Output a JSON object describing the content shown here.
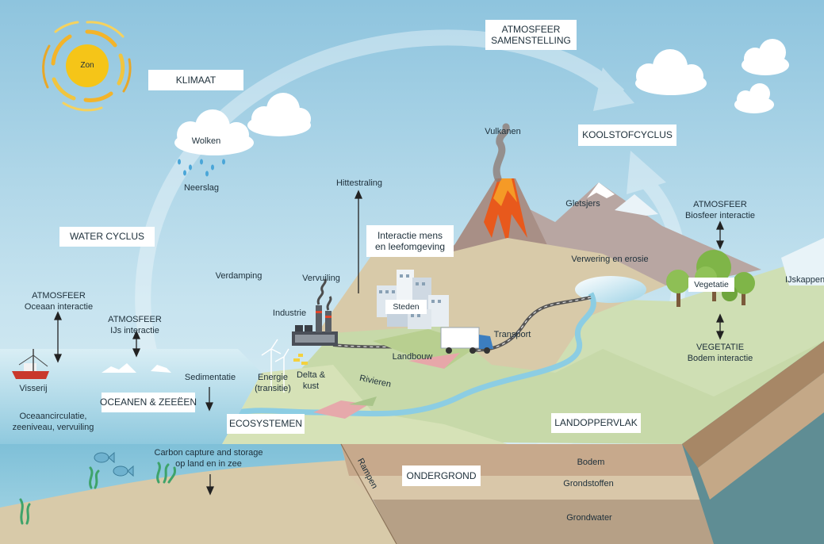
{
  "boxes": {
    "klimaat": "KLIMAAT",
    "atmosfeer_samenstelling_1": "ATMOSFEER",
    "atmosfeer_samenstelling_2": "SAMENSTELLING",
    "koolstofcyclus": "KOOLSTOFCYCLUS",
    "water_cyclus": "WATER CYCLUS",
    "interactie_1": "Interactie mens",
    "interactie_2": "en leefomgeving",
    "oceanen": "OCEANEN & ZEEËEN",
    "ecosystemen": "ECOSYSTEMEN",
    "landoppervlak": "LANDOPPERVLAK",
    "ondergrond": "ONDERGROND",
    "steden": "Steden",
    "vegetatie": "Vegetatie"
  },
  "labels": {
    "zon": "Zon",
    "wolken": "Wolken",
    "neerslag": "Neerslag",
    "hittestraling": "Hittestraling",
    "vulkanen": "Vulkanen",
    "gletsjers": "Gletsjers",
    "atmosfeer_biosfeer_1": "ATMOSFEER",
    "atmosfeer_biosfeer_2": "Biosfeer interactie",
    "ijskappen": "IJskappen",
    "verwering": "Verwering en erosie",
    "verdamping": "Verdamping",
    "vervuiling": "Vervuiling",
    "industrie": "Industrie",
    "atmosfeer_oceaan_1": "ATMOSFEER",
    "atmosfeer_oceaan_2": "Oceaan interactie",
    "atmosfeer_ijs_1": "ATMOSFEER",
    "atmosfeer_ijs_2": "IJs interactie",
    "transport": "Transport",
    "landbouw": "Landbouw",
    "vegetatie_bodem_1": "VEGETATIE",
    "vegetatie_bodem_2": "Bodem interactie",
    "visserij": "Visserij",
    "sedimentatie": "Sedimentatie",
    "energie_1": "Energie",
    "energie_2": "(transitie)",
    "delta_1": "Delta &",
    "delta_2": "kust",
    "rivieren": "Rivieren",
    "oceaancirculatie_1": "Oceaancirculatie,",
    "oceaancirculatie_2": "zeeniveau, vervuiling",
    "carbon_1": "Carbon capture and storage",
    "carbon_2": "op land en in zee",
    "rampen": "Rampen",
    "bodem": "Bodem",
    "grondstoffen": "Grondstoffen",
    "grondwater": "Grondwater"
  },
  "colors": {
    "sky": "#a8d3e8",
    "sea": "#8fc9de",
    "land": "#d8ccb2",
    "green_land": "#c9dbb0",
    "soil": "#b49a80",
    "groundwater": "#6f9fa6",
    "sun": "#f5c518"
  }
}
